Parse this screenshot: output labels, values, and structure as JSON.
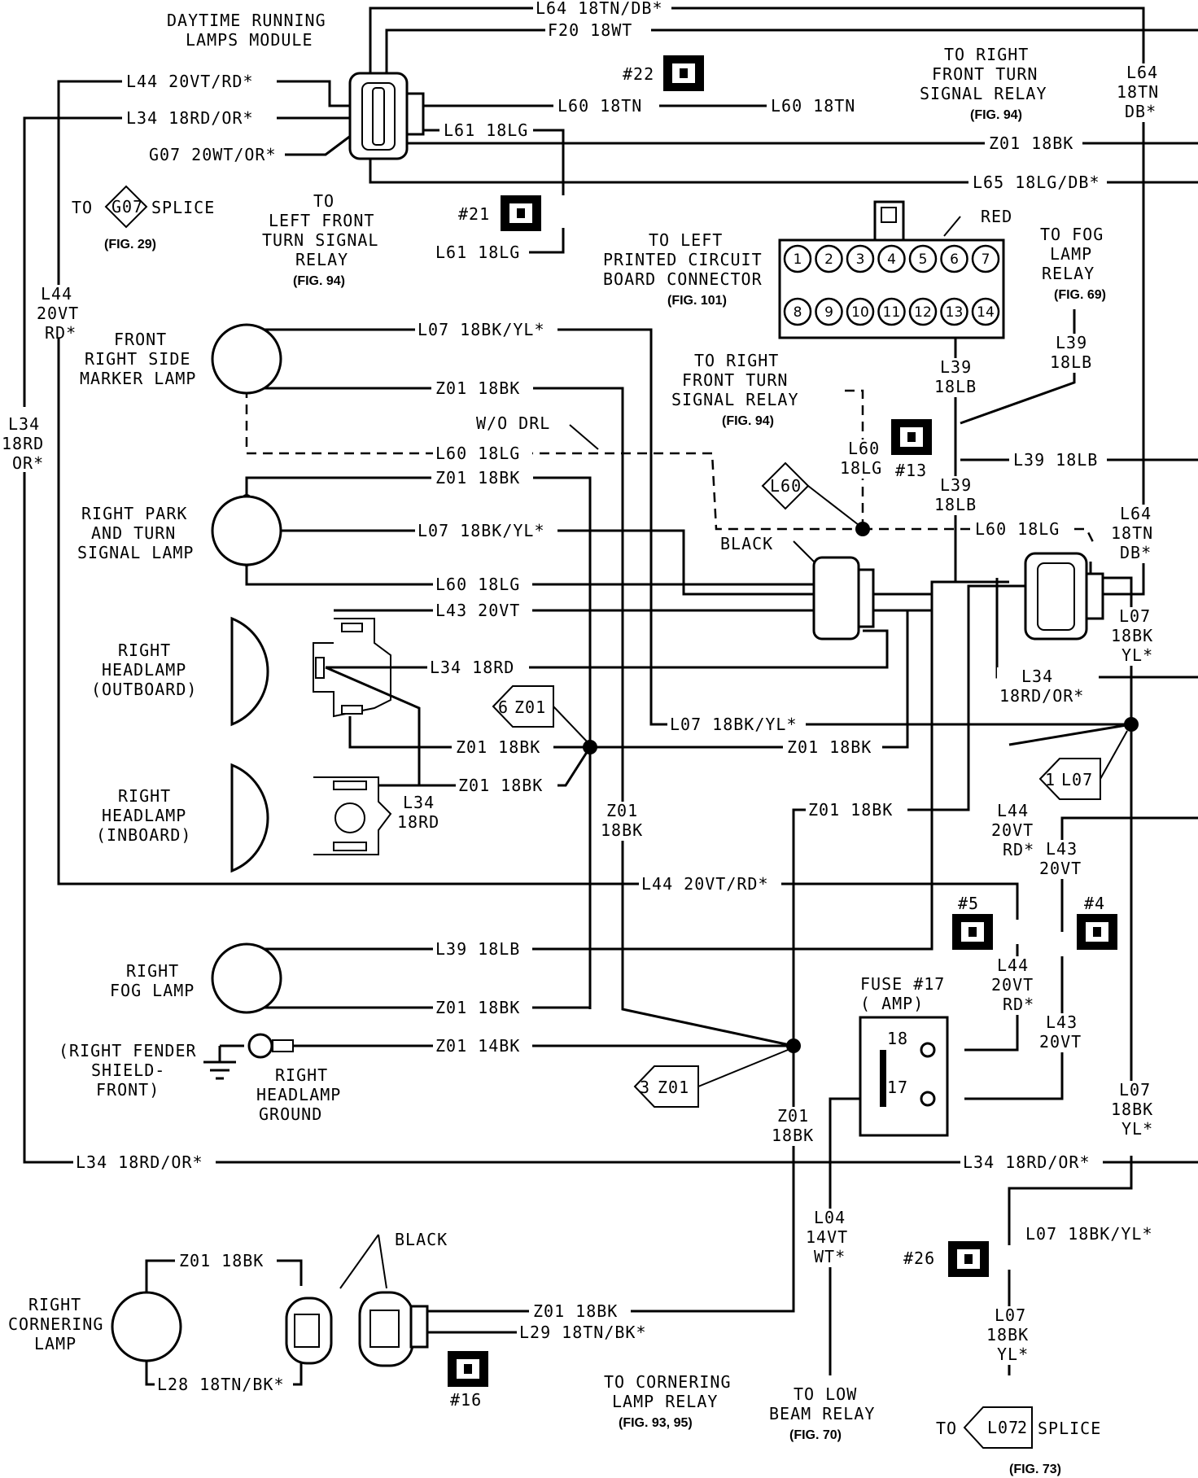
{
  "components": {
    "drl_module": [
      "DAYTIME RUNNING",
      "LAMPS MODULE"
    ],
    "front_marker": [
      "FRONT",
      "RIGHT SIDE",
      "MARKER LAMP"
    ],
    "park_turn": [
      "RIGHT PARK",
      "AND TURN",
      "SIGNAL LAMP"
    ],
    "headlamp_out": [
      "RIGHT",
      "HEADLAMP",
      "(OUTBOARD)"
    ],
    "headlamp_in": [
      "RIGHT",
      "HEADLAMP",
      "(INBOARD)"
    ],
    "fog_lamp": [
      "RIGHT",
      "FOG LAMP"
    ],
    "fender_ground": [
      "(RIGHT FENDER",
      "SHIELD-",
      "FRONT)"
    ],
    "headlamp_ground": [
      "RIGHT",
      "HEADLAMP",
      "GROUND"
    ],
    "cornering_lamp": [
      "RIGHT",
      "CORNERING",
      "LAMP"
    ],
    "fuse": [
      "FUSE #17",
      "(     AMP)"
    ],
    "fuse_pins": [
      "18",
      "17"
    ]
  },
  "references": {
    "g07_splice": {
      "pre": "TO",
      "tag": "G07",
      "post": "SPLICE",
      "fig": "(FIG. 29)"
    },
    "left_turn_relay": {
      "lines": [
        "TO",
        "LEFT FRONT",
        "TURN SIGNAL",
        "RELAY"
      ],
      "fig": "(FIG. 94)"
    },
    "right_turn_relay_top": {
      "lines": [
        "TO RIGHT",
        "FRONT TURN",
        "SIGNAL RELAY"
      ],
      "fig": "(FIG. 94)"
    },
    "right_turn_relay_mid": {
      "lines": [
        "TO RIGHT",
        "FRONT TURN",
        "SIGNAL RELAY"
      ],
      "fig": "(FIG. 94)"
    },
    "left_pcb": {
      "lines": [
        "TO LEFT",
        "PRINTED CIRCUIT",
        "BOARD CONNECTOR"
      ],
      "fig": "(FIG. 101)"
    },
    "fog_relay": {
      "lines": [
        "TO FOG",
        "LAMP",
        "RELAY"
      ],
      "fig": "(FIG. 69)"
    },
    "cornering_relay": {
      "lines": [
        "TO CORNERING",
        "LAMP RELAY"
      ],
      "fig": "(FIG. 93, 95)"
    },
    "low_beam_relay": {
      "lines": [
        "TO LOW",
        "BEAM RELAY"
      ],
      "fig": "(FIG. 70)"
    },
    "l07_splice": {
      "pre": "TO",
      "tag": "L07",
      "num": "2",
      "post": "SPLICE",
      "fig": "(FIG. 73)"
    }
  },
  "splice_tags": {
    "s6_z01": {
      "num": "6",
      "tag": "Z01"
    },
    "s1_l07": {
      "num": "1",
      "tag": "L07"
    },
    "s3_z01": {
      "num": "3",
      "tag": "Z01"
    },
    "l60": "L60"
  },
  "connectors": {
    "c22": "#22",
    "c21": "#21",
    "c13": "#13",
    "c5": "#5",
    "c4": "#4",
    "c26": "#26",
    "c16": "#16"
  },
  "pcb_pins_top": [
    "1",
    "2",
    "3",
    "4",
    "5",
    "6",
    "7"
  ],
  "pcb_pins_bottom": [
    "8",
    "9",
    "10",
    "11",
    "12",
    "13",
    "14"
  ],
  "color_notes": {
    "red": "RED",
    "black1": "BLACK",
    "black2": "BLACK",
    "wo_drl": "W/O DRL"
  },
  "wires": {
    "l64_top": "L64 18TN/DB*",
    "f20": "F20 18WT",
    "l44_top": "L44 20VT/RD*",
    "l34_top": "L34 18RD/OR*",
    "g07": "G07 20WT/OR*",
    "l60_left": "L60 18TN",
    "l60_right": "L60 18TN",
    "l61_top": "L61 18LG",
    "z01_top": "Z01 18BK",
    "l65": "L65 18LG/DB*",
    "l61_bottom": "L61 18LG",
    "l64_right": [
      "L64",
      "18TN",
      "DB*"
    ],
    "l44_left": [
      "L44",
      "20VT",
      "RD*"
    ],
    "l34_left": [
      "L34",
      "18RD",
      "OR*"
    ],
    "l07_marker": "L07 18BK/YL*",
    "z01_marker": "Z01 18BK",
    "l60_dashed": "L60 18LG",
    "z01_park": "Z01 18BK",
    "l07_park": "L07 18BK/YL*",
    "l60_park": "L60 18LG",
    "l43_head": "L43 20VT",
    "l34_head": "L34 18RD",
    "z01_head_out": "Z01 18BK",
    "z01_head_in": "Z01 18BK",
    "l34_inboard": [
      "L34",
      "18RD"
    ],
    "l07_mid": "L07 18BK/YL*",
    "z01_mid": "Z01 18BK",
    "z01_vert": [
      "Z01",
      "18BK"
    ],
    "l60_vert": [
      "L60",
      "18LG"
    ],
    "l39_upper": [
      "L39",
      "18LB"
    ],
    "l39_fog": [
      "L39",
      "18LB"
    ],
    "l39_right": "L39 18LB",
    "l39_lower": [
      "L39",
      "18LB"
    ],
    "l60_right_dashed": "L60 18LG",
    "l64_mid": [
      "L64",
      "18TN",
      "DB*"
    ],
    "l07_right": [
      "L07",
      "18BK",
      "YL*"
    ],
    "l34_right": [
      "L34",
      "18RD/OR*"
    ],
    "z01_right": "Z01 18BK",
    "l44_mid": "L44 20VT/RD*",
    "l44_right": [
      "L44",
      "20VT",
      "RD*"
    ],
    "l43_right": [
      "L43",
      "20VT"
    ],
    "l44_fuse": [
      "L44",
      "20VT",
      "RD*"
    ],
    "l43_fuse": [
      "L43",
      "20VT"
    ],
    "l39_fog_lamp": "L39 18LB",
    "z01_fog_lamp": "Z01 18BK",
    "z01_ground": "Z01 14BK",
    "z01_down": [
      "Z01",
      "18BK"
    ],
    "l34_bottom_left": "L34 18RD/OR*",
    "l34_bottom_right": "L34 18RD/OR*",
    "l04": [
      "L04",
      "14VT",
      "WT*"
    ],
    "l07_lower": [
      "L07",
      "18BK",
      "YL*"
    ],
    "l07_c26": "L07 18BK/YL*",
    "l07_bottom": [
      "L07",
      "18BK",
      "YL*"
    ],
    "z01_corner": "Z01 18BK",
    "l28": "L28 18TN/BK*",
    "z01_corner_out": "Z01 18BK",
    "l29": "L29 18TN/BK*"
  }
}
